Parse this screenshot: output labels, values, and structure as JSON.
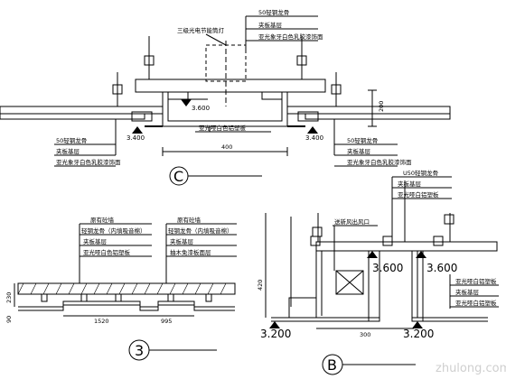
{
  "detail_c": {
    "marker": "C",
    "labels": {
      "lamp": "三级光电节能筒灯",
      "keel_top": "50轻钢龙骨",
      "board_top": "夹板基层",
      "paint_top": "亚光象牙白色乳胶漆饰面",
      "keel_left": "50轻钢龙骨",
      "board_left": "夹板基层",
      "paint_left": "亚光象牙白色乳胶漆饰面",
      "keel_right": "50轻钢龙骨",
      "board_right": "夹板基层",
      "paint_right": "亚光象牙白色乳胶漆饰面",
      "bottom_board": "亚光哑白色铝塑板"
    },
    "levels": {
      "center": "3.600",
      "left": "3.400",
      "right": "3.400"
    },
    "dims": {
      "width": "400",
      "height": "200"
    }
  },
  "detail_3": {
    "marker": "3",
    "left_group": {
      "header": "原有砼墙",
      "items": [
        "轻钢龙骨（内填吸音棉）",
        "夹板基层",
        "亚光哑白色铝塑板"
      ]
    },
    "right_group": {
      "header": "原有砼墙",
      "items": [
        "轻钢龙骨（内填吸音棉）",
        "夹板基层",
        "抽木免漆板面层"
      ]
    },
    "dims": {
      "d1": "230",
      "d2": "90",
      "d3": "1520",
      "d4": "995"
    }
  },
  "detail_b": {
    "marker": "B",
    "labels": {
      "u50": "U50轻钢龙骨",
      "board": "夹板基层",
      "plate": "亚光哑白铝塑板",
      "vent": "送新风出风口",
      "r1": "亚光哑白铝塑板",
      "r2": "夹板基层",
      "r3": "亚光哑白铝塑板"
    },
    "levels": {
      "l1": "3.600",
      "l2": "3.600",
      "l3": "3.200",
      "l4": "3.200"
    },
    "dims": {
      "height": "420",
      "width": "300"
    }
  },
  "watermark": "zhulong.com"
}
